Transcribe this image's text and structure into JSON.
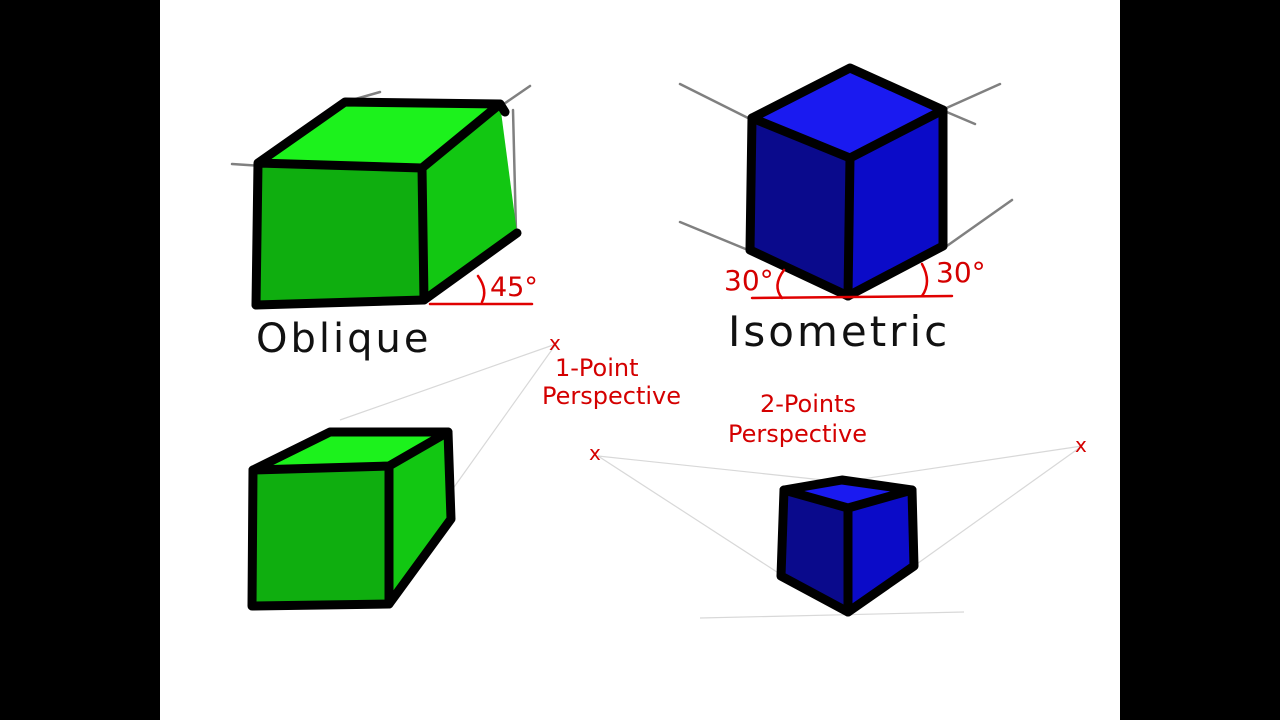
{
  "colors": {
    "background": "#000000",
    "canvas": "#ffffff",
    "green_top": "#1cf21c",
    "green_front": "#0fae0f",
    "green_side": "#12c712",
    "blue_top": "#1a1af0",
    "blue_left": "#0a0a8c",
    "blue_right": "#0b0bc8",
    "annotation_red": "#d40000",
    "outline": "#000000"
  },
  "labels": {
    "oblique": "Oblique",
    "isometric": "Isometric",
    "oblique_angle": "45°",
    "iso_angle_left": "30°",
    "iso_angle_right": "30°",
    "one_point_marker": "x",
    "one_point_title_1": "1-Point",
    "one_point_title_2": "Perspective",
    "two_point_title_1": "2-Points",
    "two_point_title_2": "Perspective",
    "vp_left_marker": "x",
    "vp_right_marker": "x"
  }
}
